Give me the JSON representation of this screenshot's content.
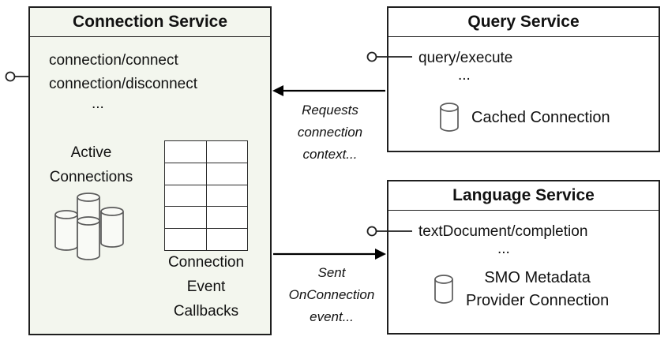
{
  "diagram": {
    "connection_service": {
      "title": "Connection Service",
      "endpoint_1": "connection/connect",
      "endpoint_2": "connection/disconnect",
      "ellipsis": "...",
      "active_connections_label": "Active\nConnections",
      "callbacks_label": "Connection\nEvent\nCallbacks"
    },
    "query_service": {
      "title": "Query Service",
      "endpoint": "query/execute",
      "ellipsis": "...",
      "cached_connection_label": "Cached Connection"
    },
    "language_service": {
      "title": "Language Service",
      "endpoint": "textDocument/completion",
      "ellipsis": "...",
      "connection_label": "SMO Metadata\nProvider Connection"
    },
    "arrows": {
      "requests_label": "Requests\nconnection\ncontext...",
      "sent_label": "Sent\nOnConnection\nevent..."
    },
    "colors": {
      "connection_box_fill": "#f3f6ee",
      "box_border": "#1f1f1f",
      "cylinder_stroke": "#5a5a5a",
      "arrow": "#000000"
    }
  }
}
